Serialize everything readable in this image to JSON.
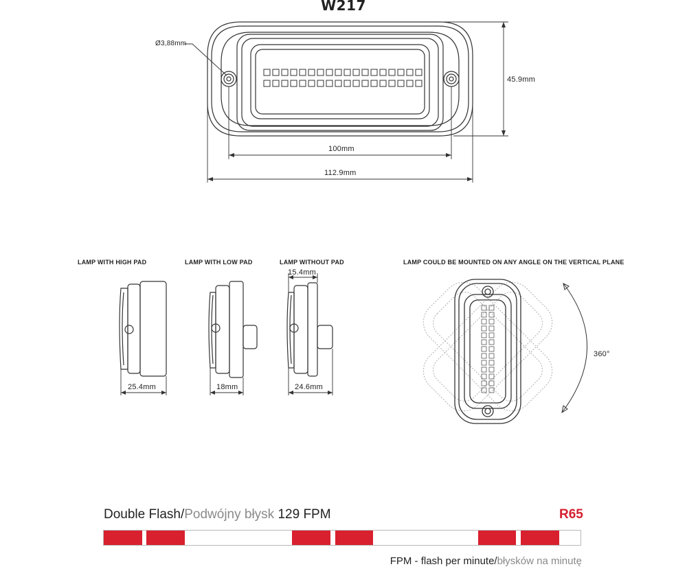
{
  "title": "W217",
  "top_view": {
    "dim_hole": "Ø3,88mm",
    "dim_height": "45.9mm",
    "dim_inner_width": "100mm",
    "dim_total_width": "112.9mm"
  },
  "side_views": [
    {
      "label": "LAMP WITH HIGH PAD",
      "dim": "25.4mm"
    },
    {
      "label": "LAMP WITH LOW PAD",
      "dim": "18mm"
    },
    {
      "label": "LAMP WITHOUT PAD",
      "dim": "24.6mm",
      "dim_top": "15.4mm"
    }
  ],
  "rotation_view": {
    "label": "LAMP COULD BE MOUNTED ON ANY ANGLE ON THE VERTICAL PLANE",
    "angle": "360°"
  },
  "flash": {
    "title_main": "Double Flash/",
    "title_alt": "Podwójny błysk",
    "title_rate": " 129 FPM",
    "badge": "R65",
    "badge_color": "#d4202f",
    "pattern_color": "#d8202e",
    "pattern_on_fraction": [
      [
        0.0,
        0.08
      ],
      [
        0.09,
        0.17
      ],
      [
        0.395,
        0.475
      ],
      [
        0.485,
        0.565
      ],
      [
        0.785,
        0.865
      ],
      [
        0.875,
        0.955
      ]
    ],
    "note_main": "FPM - flash per minute/",
    "note_alt": "błysków na minutę"
  }
}
